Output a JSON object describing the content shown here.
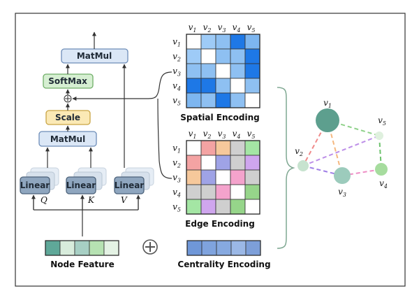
{
  "attention_block": {
    "linear_labels": [
      "Linear",
      "Linear",
      "Linear"
    ],
    "inputs": [
      "Q",
      "K",
      "V"
    ],
    "matmul_top": "MatMul",
    "softmax": "SoftMax",
    "scale": "Scale",
    "matmul_bottom": "MatMul",
    "plus_symbol": "+"
  },
  "node_feature": {
    "label": "Node Feature",
    "colors": [
      "#5fa899",
      "#d8ecdc",
      "#a7cfc4",
      "#b6e2b2",
      "#e4f2e4"
    ]
  },
  "combine_symbol": "+",
  "centrality": {
    "label": "Centrality Encoding",
    "colors": [
      "#6f97d8",
      "#7fa3de",
      "#86a9e0",
      "#9bb8e6",
      "#7d9fd9"
    ]
  },
  "spatial_encoding": {
    "caption": "Spatial Encoding",
    "col_headers": [
      "v",
      "v",
      "v",
      "v",
      "v"
    ],
    "row_headers": [
      "v",
      "v",
      "v",
      "v",
      "v"
    ],
    "indices": [
      "1",
      "2",
      "3",
      "4",
      "5"
    ],
    "cells": [
      [
        "#ffffff",
        "#9ecbf7",
        "#8ec0f2",
        "#1e78e6",
        "#7db6f0"
      ],
      [
        "#9ecbf7",
        "#ffffff",
        "#8ec0f2",
        "#8ec0f2",
        "#1e78e6"
      ],
      [
        "#8ec0f2",
        "#8ec0f2",
        "#ffffff",
        "#8ec0f2",
        "#1e78e6"
      ],
      [
        "#1e78e6",
        "#1e78e6",
        "#8ec0f2",
        "#ffffff",
        "#8ec0f2"
      ],
      [
        "#7db6f0",
        "#8ec0f2",
        "#1e78e6",
        "#8ec0f2",
        "#ffffff"
      ]
    ]
  },
  "edge_encoding": {
    "caption": "Edge Encoding",
    "col_headers": [
      "v",
      "v",
      "v",
      "v",
      "v"
    ],
    "row_headers": [
      "v",
      "v",
      "v",
      "v",
      "v"
    ],
    "indices": [
      "1",
      "2",
      "3",
      "4",
      "5"
    ],
    "cells": [
      [
        "#ffffff",
        "#f4a3a3",
        "#f6c89b",
        "#cfcfcf",
        "#a4e6a4"
      ],
      [
        "#f4a3a3",
        "#ffffff",
        "#9fa3e6",
        "#cfcfcf",
        "#cfa6ee"
      ],
      [
        "#f6c89b",
        "#9fa3e6",
        "#ffffff",
        "#f4a3cc",
        "#cfcfcf"
      ],
      [
        "#cfcfcf",
        "#cfcfcf",
        "#f4a3cc",
        "#ffffff",
        "#96d58a"
      ],
      [
        "#a4e6a4",
        "#cfa6ee",
        "#cfcfcf",
        "#96d58a",
        "#ffffff"
      ]
    ]
  },
  "graph": {
    "nodes": [
      {
        "name": "v",
        "index": "1",
        "color": "#5d9f8e"
      },
      {
        "name": "v",
        "index": "2",
        "color": "#c7e3cf"
      },
      {
        "name": "v",
        "index": "3",
        "color": "#9ccbbc"
      },
      {
        "name": "v",
        "index": "4",
        "color": "#a6dc9e"
      },
      {
        "name": "v",
        "index": "5",
        "color": "#dff0de"
      }
    ],
    "edges": [
      {
        "from": 1,
        "to": 2,
        "color": "#f08a8a"
      },
      {
        "from": 1,
        "to": 3,
        "color": "#f5b880"
      },
      {
        "from": 2,
        "to": 3,
        "color": "#a07fe6"
      },
      {
        "from": 1,
        "to": 5,
        "color": "#8fd18a"
      },
      {
        "from": 2,
        "to": 5,
        "color": "#bd8fe8"
      },
      {
        "from": 3,
        "to": 4,
        "color": "#ee8fc6"
      },
      {
        "from": 5,
        "to": 4,
        "color": "#6cc26c"
      }
    ]
  }
}
